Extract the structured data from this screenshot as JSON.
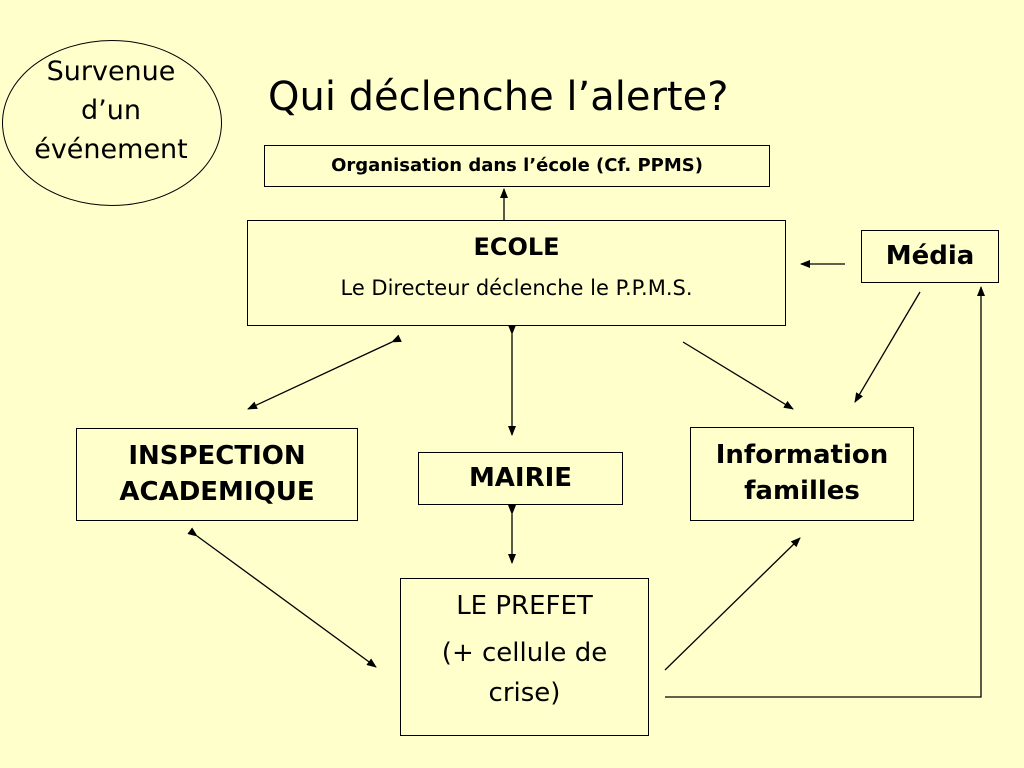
{
  "event": {
    "text": "Survenue\nd’un\névénement"
  },
  "title": "Qui déclenche l’alerte?",
  "organisation": "Organisation dans l’école (Cf. PPMS)",
  "ecole": {
    "heading": "ECOLE",
    "text": "Le Directeur déclenche le P.P.M.S."
  },
  "media": "Média",
  "inspection": "INSPECTION\nACADEMIQUE",
  "mairie": "MAIRIE",
  "information": "Information\nfamilles",
  "prefet": {
    "heading": "LE PREFET",
    "text": "(+ cellule de\ncrise)"
  },
  "colors": {
    "background": "#FFFFCC",
    "ink": "#000000"
  }
}
